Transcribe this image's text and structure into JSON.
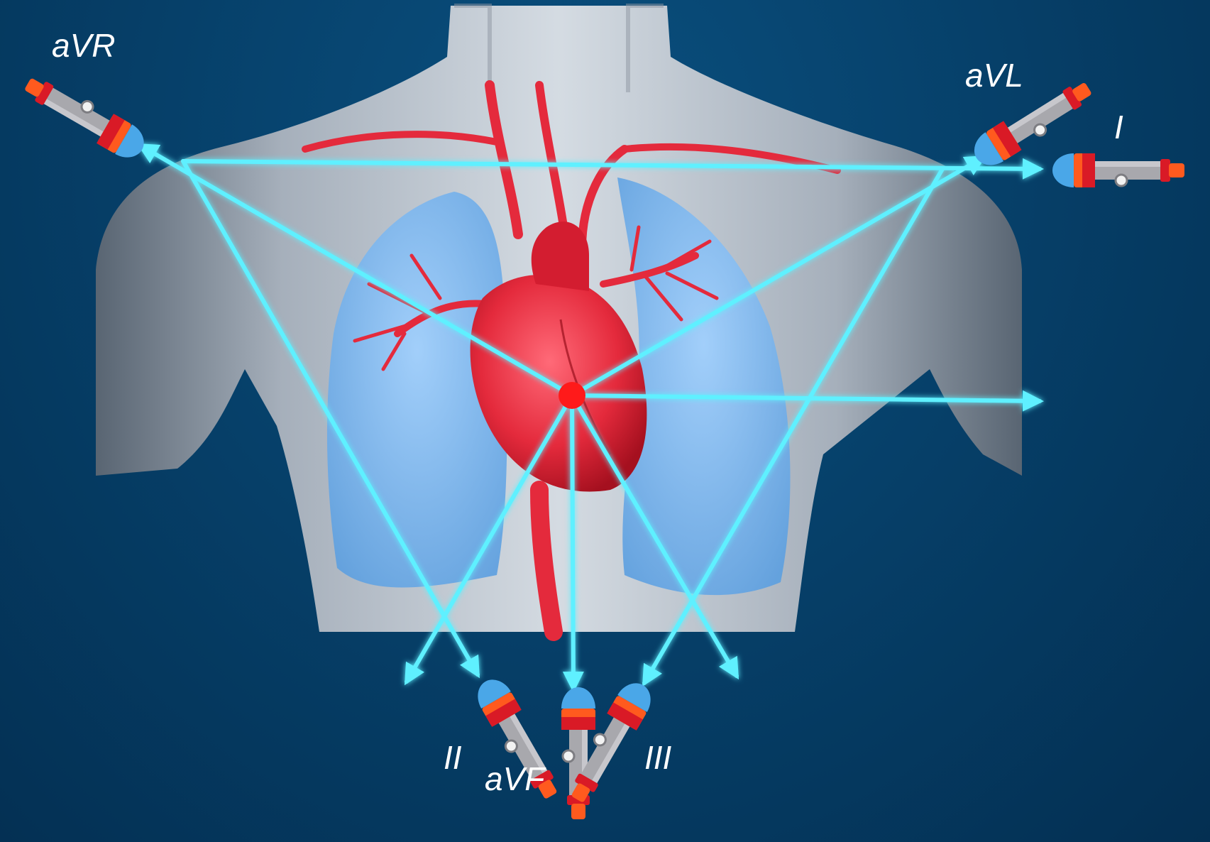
{
  "leads": {
    "avr": {
      "label": "aVR"
    },
    "avl": {
      "label": "aVL"
    },
    "i": {
      "label": "I"
    },
    "ii": {
      "label": "II"
    },
    "avf": {
      "label": "aVF"
    },
    "iii": {
      "label": "III"
    }
  },
  "colors": {
    "background": "#053a61",
    "vector_arrows": "#5ff0ff",
    "heart": "#e8283a",
    "lungs": "#7fb7ee",
    "torso": "#c9ced6",
    "heart_center_dot": "#ff1a1a",
    "camera_body": "#a8a8ad",
    "camera_cap": "#ff5a1e",
    "camera_band": "#d91a26",
    "label_text": "#ffffff"
  },
  "icons": {
    "lead_viewpoint": "camera-icon",
    "heart_center": "heart-center-dot"
  }
}
